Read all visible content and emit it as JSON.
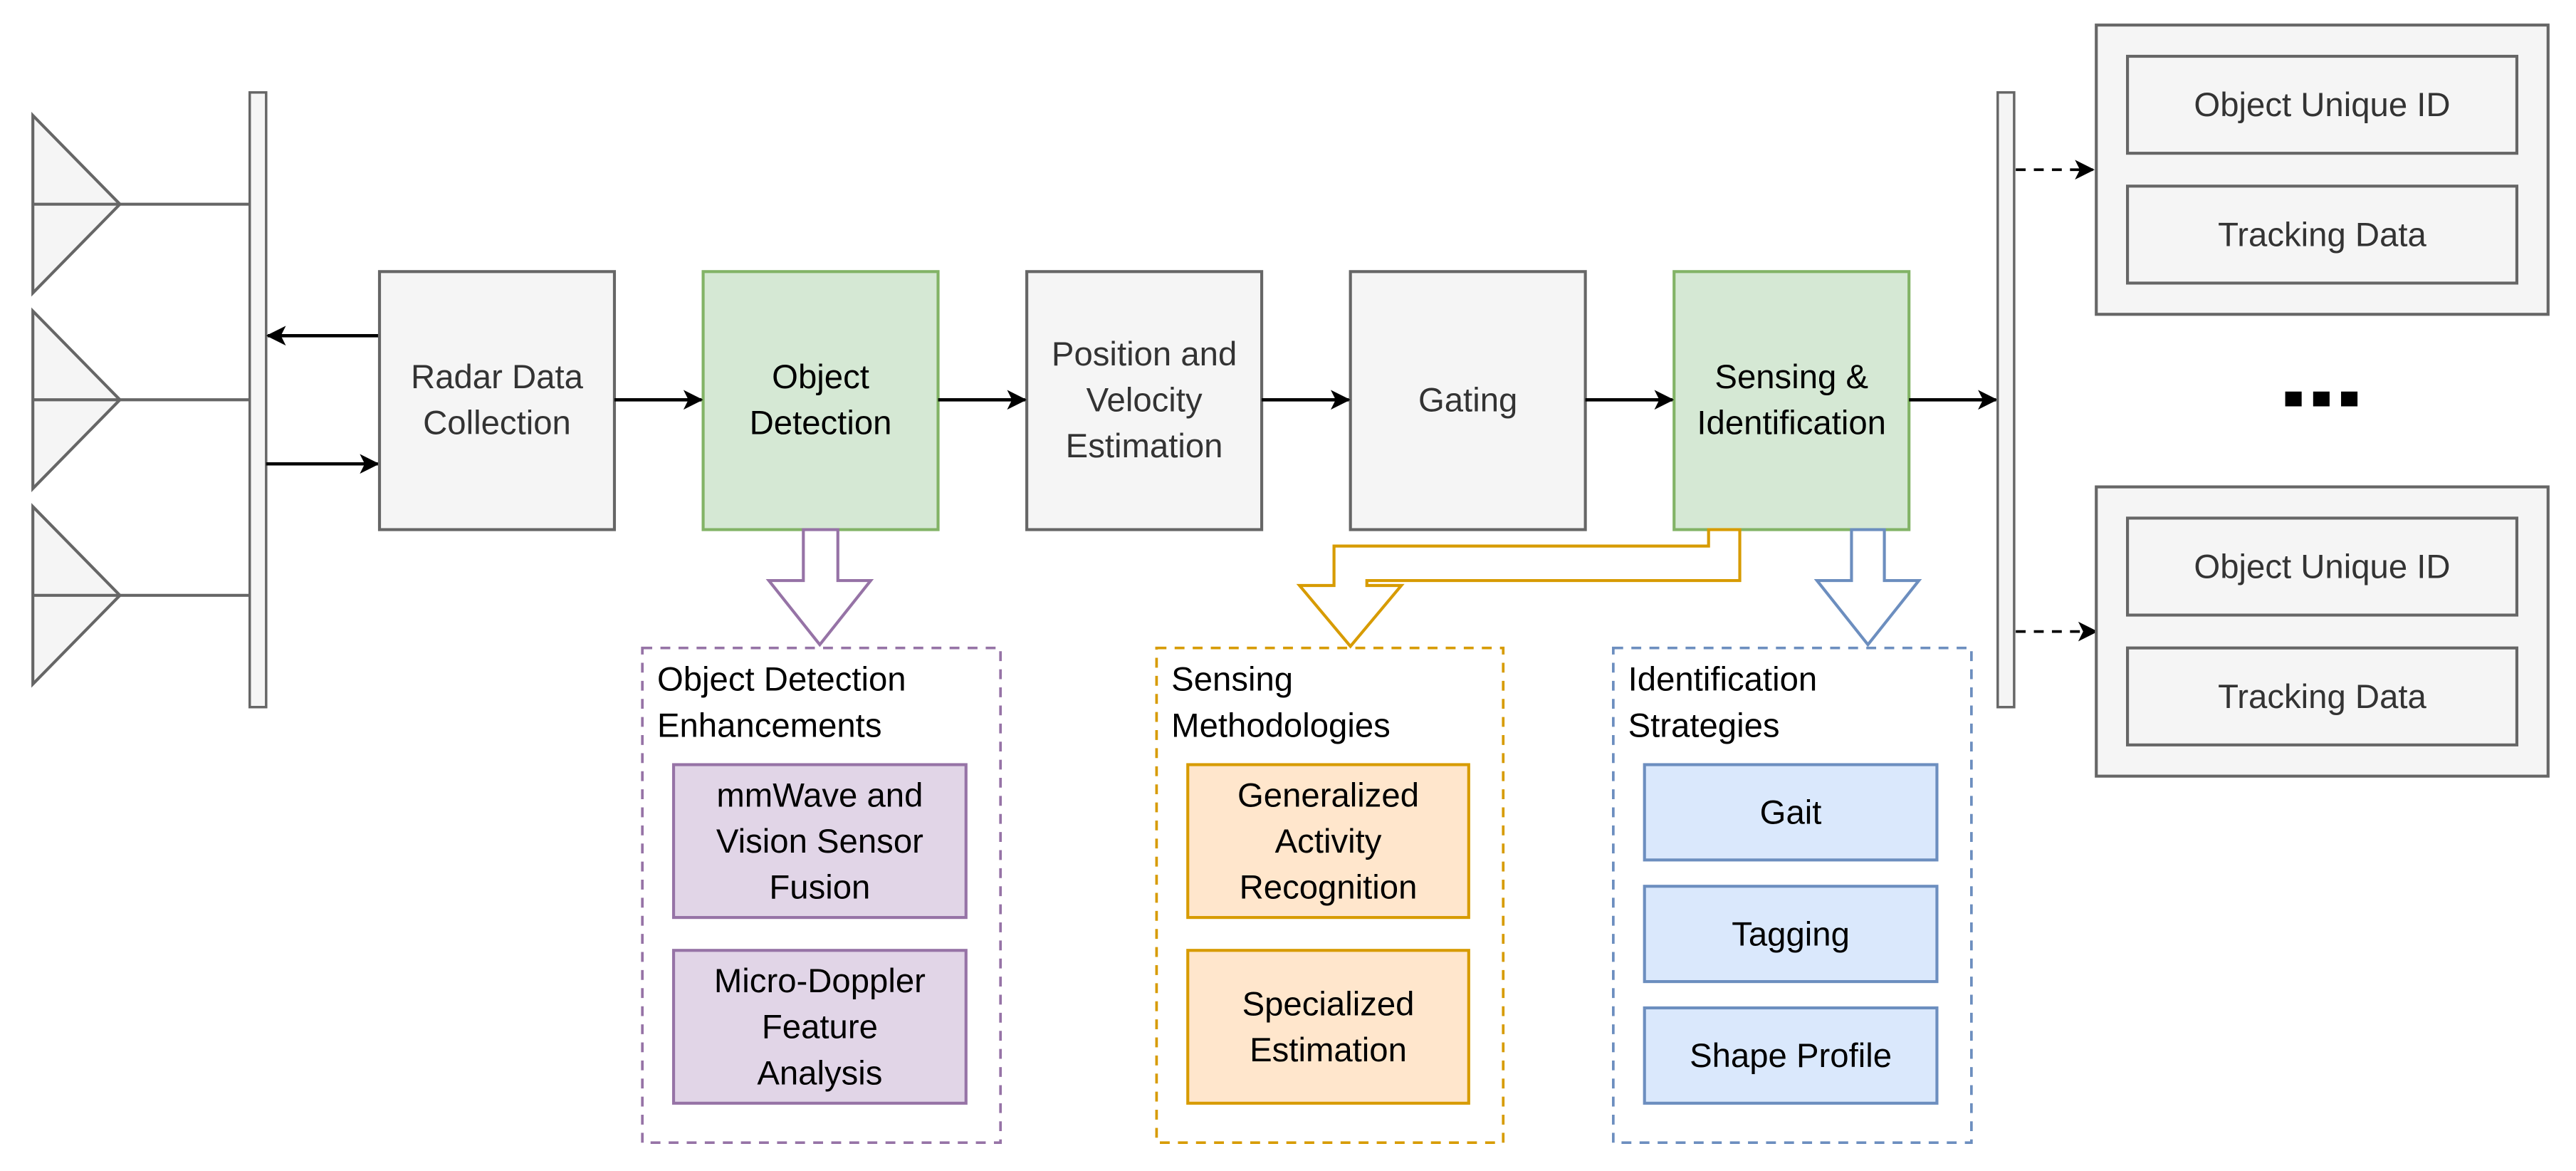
{
  "diagram": {
    "antennas": [
      {
        "name": "antenna-1"
      },
      {
        "name": "antenna-2"
      },
      {
        "name": "antenna-3"
      }
    ],
    "pipeline": [
      {
        "id": "radar-data-collection",
        "lines": [
          "Radar Data",
          "Collection"
        ],
        "style": "gray"
      },
      {
        "id": "object-detection",
        "lines": [
          "Object",
          "Detection"
        ],
        "style": "green"
      },
      {
        "id": "position-velocity-estimation",
        "lines": [
          "Position and",
          "Velocity",
          "Estimation"
        ],
        "style": "gray"
      },
      {
        "id": "gating",
        "lines": [
          "Gating"
        ],
        "style": "gray"
      },
      {
        "id": "sensing-identification",
        "lines": [
          "Sensing &",
          "Identification"
        ],
        "style": "green"
      }
    ],
    "groups": [
      {
        "id": "object-detection-enhancements",
        "title": [
          "Object Detection",
          "Enhancements"
        ],
        "color": "#9673a6",
        "fill": "#e1d5e7",
        "items": [
          {
            "lines": [
              "mmWave and",
              "Vision Sensor",
              "Fusion"
            ]
          },
          {
            "lines": [
              "Micro-Doppler",
              "Feature",
              "Analysis"
            ]
          }
        ]
      },
      {
        "id": "sensing-methodologies",
        "title": [
          "Sensing",
          "Methodologies"
        ],
        "color": "#d79b00",
        "fill": "#ffe6cc",
        "items": [
          {
            "lines": [
              "Generalized",
              "Activity",
              "Recognition"
            ]
          },
          {
            "lines": [
              "Specialized",
              "Estimation"
            ]
          }
        ]
      },
      {
        "id": "identification-strategies",
        "title": [
          "Identification",
          "Strategies"
        ],
        "color": "#6c8ebf",
        "fill": "#dae8fc",
        "items": [
          {
            "lines": [
              "Gait"
            ]
          },
          {
            "lines": [
              "Tagging"
            ]
          },
          {
            "lines": [
              "Shape Profile"
            ]
          }
        ]
      }
    ],
    "outputs": [
      {
        "fields": [
          "Object Unique ID",
          "Tracking Data"
        ]
      },
      {
        "fields": [
          "Object Unique ID",
          "Tracking Data"
        ]
      }
    ],
    "ellipsis": "...",
    "colors": {
      "gray_fill": "#f5f5f5",
      "gray_stroke": "#666666",
      "green_fill": "#d5e8d4",
      "green_stroke": "#82b366",
      "arrow": "#000000"
    }
  }
}
